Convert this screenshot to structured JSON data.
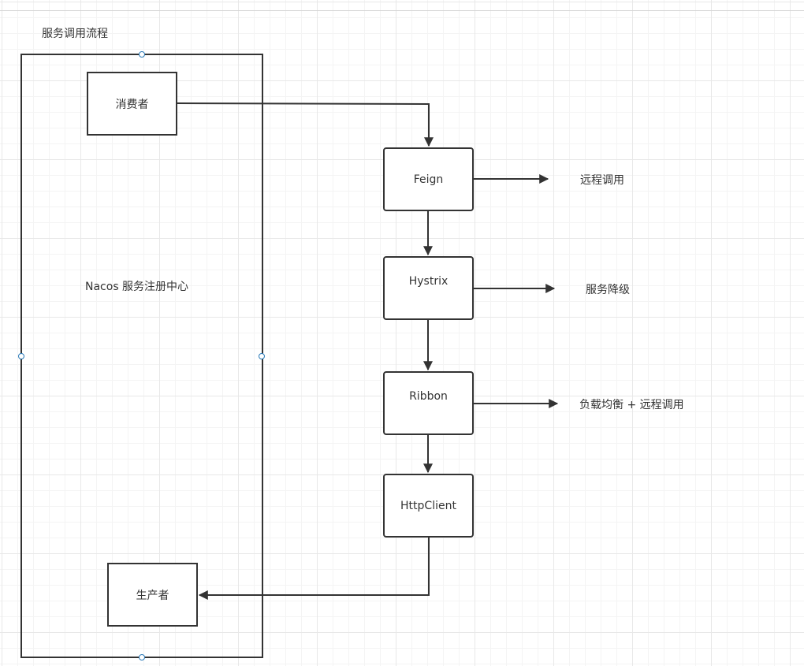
{
  "diagram": {
    "title": "服务调用流程",
    "container_label": "Nacos 服务注册中心",
    "nodes": {
      "consumer": "消费者",
      "producer": "生产者",
      "feign": "Feign",
      "hystrix": "Hystrix",
      "ribbon": "Ribbon",
      "httpclient": "HttpClient"
    },
    "annotations": {
      "feign": "远程调用",
      "hystrix": "服务降级",
      "ribbon": "负载均衡 + 远程调用"
    },
    "colors": {
      "stroke": "#333333",
      "text": "#333333",
      "handle": "#2a7ab8",
      "grid": "#e8e8e8"
    }
  }
}
